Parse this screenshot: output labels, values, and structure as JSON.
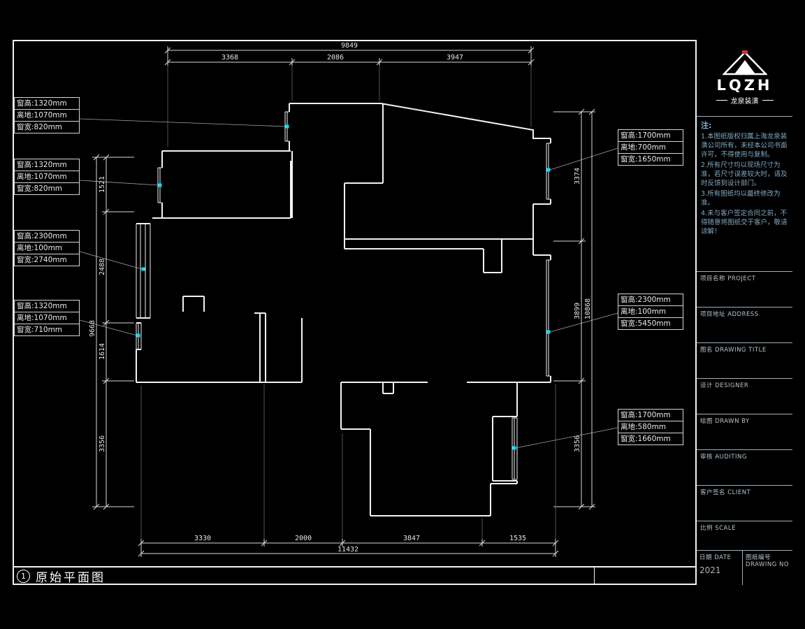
{
  "sheet": {
    "drawing_index": "1",
    "drawing_title": "原始平面图"
  },
  "window_labels": {
    "left": [
      {
        "lines": [
          "窗高:1320mm",
          "离地:1070mm",
          "窗宽:820mm"
        ]
      },
      {
        "lines": [
          "窗高:1320mm",
          "离地:1070mm",
          "窗宽:820mm"
        ]
      },
      {
        "lines": [
          "窗高:2300mm",
          "离地:100mm",
          "窗宽:2740mm"
        ]
      },
      {
        "lines": [
          "窗高:1320mm",
          "离地:1070mm",
          "窗宽:710mm"
        ]
      }
    ],
    "right": [
      {
        "lines": [
          "窗高:1700mm",
          "离地:700mm",
          "窗宽:1650mm"
        ]
      },
      {
        "lines": [
          "窗高:2300mm",
          "离地:100mm",
          "窗宽:5450mm"
        ]
      },
      {
        "lines": [
          "窗高:1700mm",
          "离地:580mm",
          "窗宽:1660mm"
        ]
      }
    ]
  },
  "dims": {
    "top_total": "9849",
    "top_segs": [
      "3368",
      "2086",
      "3947"
    ],
    "bottom_segs": [
      "3330",
      "2000",
      "3847",
      "1535"
    ],
    "bottom_total": "11432",
    "left_segs": [
      "1521",
      "2488",
      "1614",
      "3356"
    ],
    "left_total": "9668",
    "right_segs": [
      "3374",
      "3899",
      "3356"
    ],
    "right_total": "10868"
  },
  "title_block": {
    "logo_text": "LQZH",
    "logo_company": "龙泉装潢",
    "notes_heading": "注:",
    "notes": [
      "1.本图纸版权归属上海龙泉装潢公司所有，未经本公司书面许可，不得使用与复制。",
      "2.所有尺寸均以现场尺寸为准，若尺寸误差较大时，请及时反馈到设计部门。",
      "3.所有图纸均以最终修改为准。",
      "4.未与客户签定合同之前，不得随意将图纸交于客户，敬请谅解！"
    ],
    "fields": {
      "project": "项目名称 PROJECT",
      "address": "项目地址 ADDRESS",
      "drawing_title": "图名 DRAWING TITLE",
      "designer": "设计 DESIGNER",
      "drawn_by": "绘图 DRAWN BY",
      "auditing": "审核 AUDITING",
      "client": "客户签名 CLIENT",
      "scale": "比例 SCALE",
      "date_label": "日期 DATE",
      "date_value": "2021",
      "drawing_no": "图纸编号 DRAWING NO"
    }
  },
  "colors": {
    "window_marker": "#00e0ff",
    "notes_text": "#7fa9c4",
    "line": "#f2f2f2",
    "logo_accent": "#cc3333"
  }
}
